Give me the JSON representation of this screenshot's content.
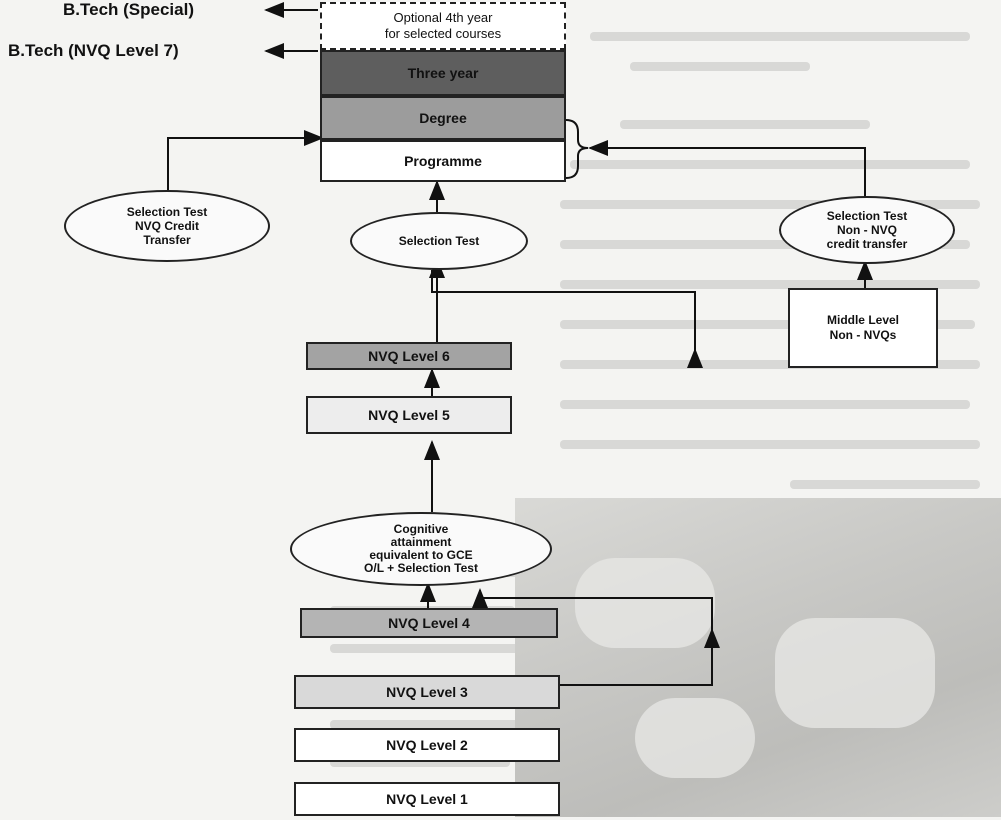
{
  "titles": {
    "special": "B.Tech (Special)",
    "nvq7": "B.Tech (NVQ Level 7)"
  },
  "degree_stack": {
    "optional": [
      "Optional  4th year",
      "for selected courses"
    ],
    "three_year": "Three year",
    "degree": "Degree",
    "programme": "Programme"
  },
  "selection": {
    "left": [
      "Selection Test",
      "NVQ Credit",
      "Transfer"
    ],
    "center": "Selection Test",
    "right": [
      "Selection Test",
      "Non - NVQ",
      "credit transfer"
    ]
  },
  "middle_level": [
    "Middle Level",
    "Non - NVQs"
  ],
  "cognitive": [
    "Cognitive",
    "attainment",
    "equivalent to GCE",
    "O/L + Selection Test"
  ],
  "levels": {
    "l6": "NVQ Level 6",
    "l5": "NVQ Level 5",
    "l4": "NVQ Level 4",
    "l3": "NVQ Level 3",
    "l2": "NVQ Level 2",
    "l1": "NVQ Level 1"
  },
  "colors": {
    "three_year_fill": "#5e5e5e",
    "degree_fill": "#9c9c9c",
    "level6_fill": "#a3a3a3",
    "level5_fill": "#ededed",
    "level4_fill": "#b4b4b4",
    "level3_fill": "#d9d9d9"
  }
}
